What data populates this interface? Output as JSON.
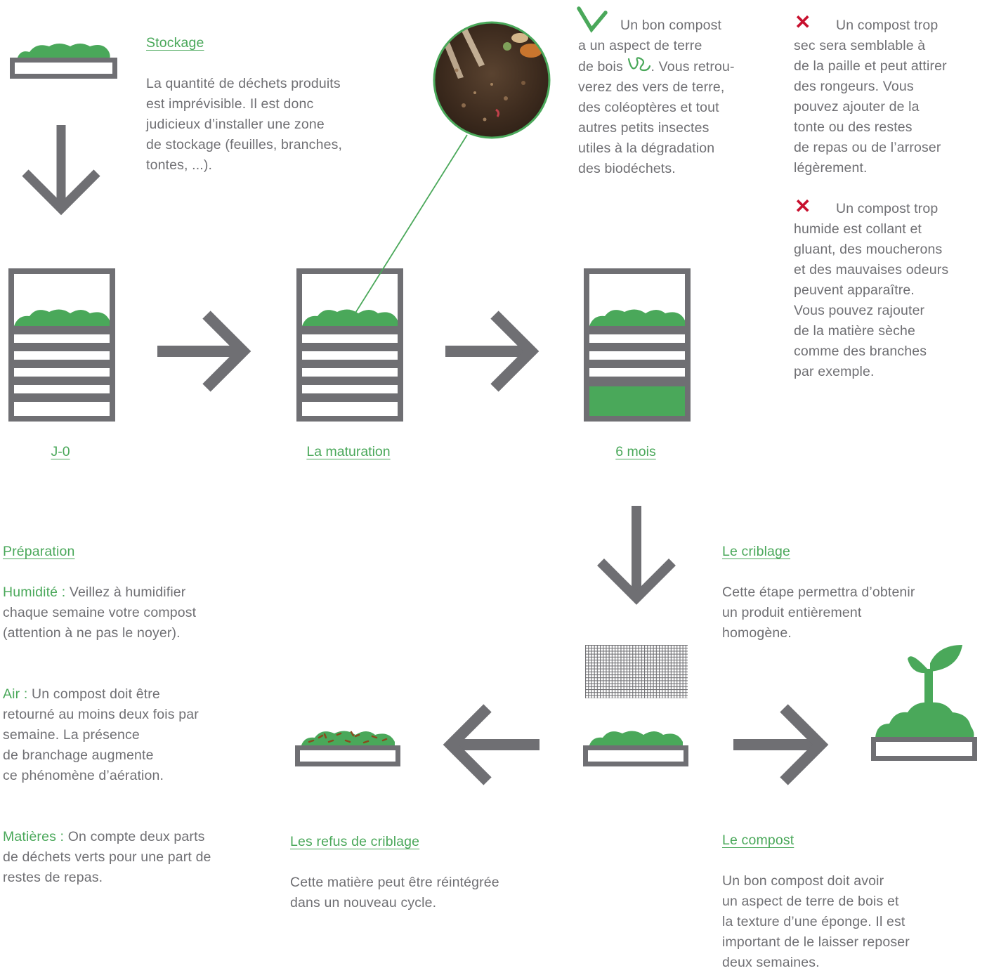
{
  "stockage": {
    "title": "Stockage",
    "body": "La quantité de déchets produits\nest imprévisible. Il est donc\njudicieux d’installer une zone\nde stockage (feuilles, branches,\ntontes, ...)."
  },
  "good_compost": {
    "line1": "Un bon compost",
    "body_before_worm": "a un aspect de terre\nde bois ",
    "body_after_worm": ". Vous retrou-\nverez des vers de terre,\ndes coléoptères et tout\nautres petits insectes\nutiles à la dégradation\ndes biodéchets."
  },
  "too_dry": {
    "line1": "Un compost trop",
    "body": "sec sera semblable à\nde la paille et peut attirer\ndes rongeurs. Vous\npouvez ajouter de la\ntonte ou des restes\nde repas ou de l’arroser\nlégèrement."
  },
  "too_wet": {
    "line1": "Un compost trop",
    "body": "humide est collant et\ngluant, des moucherons\net des mauvaises odeurs\npeuvent apparaître.\nVous pouvez rajouter\nde la matière sèche\ncomme des branches\npar exemple."
  },
  "stages": {
    "j0": "J-0",
    "maturation": "La maturation",
    "six_months": "6 mois"
  },
  "preparation": {
    "title": "Préparation",
    "humidity_label": "Humidité : ",
    "humidity_text": "Veillez à humidifier\nchaque semaine votre compost\n(attention à ne pas le noyer).",
    "air_label": "Air : ",
    "air_text": "Un compost doit être\nretourné au moins deux fois par\nsemaine. La présence\nde branchage augmente\nce phénomène d’aération.",
    "matter_label": "Matières : ",
    "matter_text": "On compte deux parts\nde déchets verts pour une part de\nrestes de repas."
  },
  "criblage": {
    "title": "Le criblage",
    "body": "Cette étape permettra d’obtenir\nun produit entièrement\nhomogène."
  },
  "refus": {
    "title": "Les refus de criblage",
    "body": "Cette matière peut être réintégrée\ndans un nouveau cycle."
  },
  "compost": {
    "title": "Le compost",
    "body": "Un bon compost doit avoir\nun aspect de terre de bois et\nla texture d’une éponge. Il est\nimportant de le laisser reposer\ndeux semaines."
  },
  "colors": {
    "green": "#4aa85a",
    "gray": "#6f6f73",
    "red": "#c8102e"
  }
}
